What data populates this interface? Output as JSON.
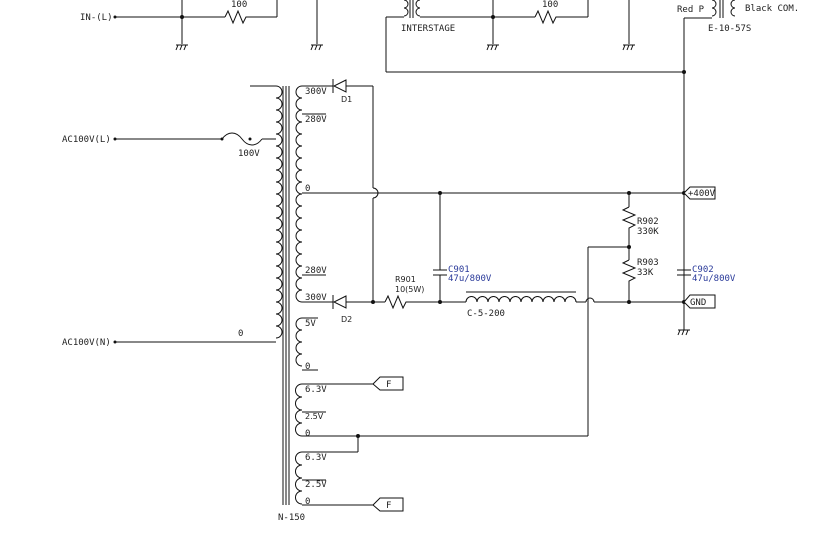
{
  "inputs": {
    "in_l": "IN-(L)",
    "ac_l": "AC100V(L)",
    "ac_n": "AC100V(N)"
  },
  "top": {
    "r_left": "100",
    "r_right": "100",
    "interstage": "INTERSTAGE",
    "red_p": "Red P",
    "black_com": "Black COM.",
    "output_tx": "E-10-57S"
  },
  "transformer": {
    "name": "N-150",
    "fuse_tap": "100V",
    "primary_zero": "0",
    "taps": [
      "300V",
      "280V",
      "0",
      "280V",
      "300V",
      "5V",
      "0",
      "6.3V",
      "2.5V",
      "0",
      "6.3V",
      "2.5V",
      "0"
    ]
  },
  "parts": {
    "d1": "D1",
    "d2": "D2",
    "r901": "R901",
    "r901_val": "10(5W)",
    "c901": "C901",
    "c901_val": "47u/800V",
    "choke": "C-5-200",
    "r902": "R902",
    "r902_val": "330K",
    "r903": "R903",
    "r903_val": "33K",
    "c902": "C902",
    "c902_val": "47u/800V"
  },
  "flags": {
    "b_plus": "+400V",
    "gnd": "GND",
    "f1": "F",
    "f2": "F"
  },
  "colors": {
    "wire": "#111111",
    "text": "#222222",
    "capacitor_label": "#2a3a9a"
  }
}
